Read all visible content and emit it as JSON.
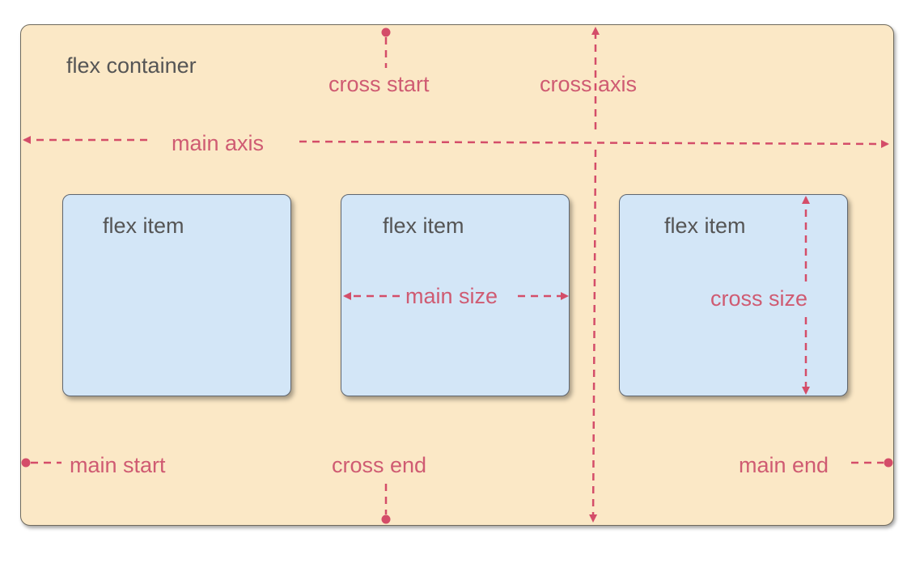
{
  "container": {
    "label": "flex container"
  },
  "items": [
    {
      "label": "flex item"
    },
    {
      "label": "flex item"
    },
    {
      "label": "flex item"
    }
  ],
  "annotations": {
    "cross_start": "cross start",
    "cross_axis": "cross axis",
    "main_axis": "main axis",
    "main_size": "main size",
    "cross_size": "cross size",
    "main_start": "main start",
    "cross_end": "cross end",
    "main_end": "main end"
  },
  "colors": {
    "container_fill": "#fbe8c6",
    "item_fill": "#d3e6f7",
    "annotation": "#d44d69",
    "text": "#555555"
  }
}
